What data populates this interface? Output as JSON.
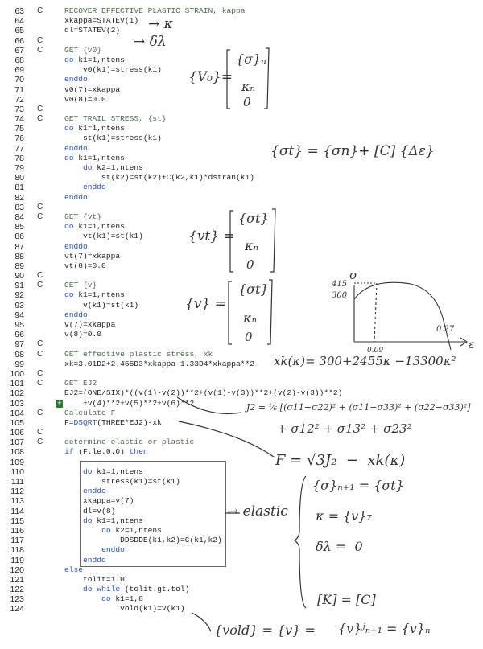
{
  "lines": [
    {
      "num": "63",
      "c": "C",
      "seg": [
        [
          "cm",
          "RECOVER EFFECTIVE PLASTIC STRAIN, kappa"
        ]
      ]
    },
    {
      "num": "64",
      "c": "",
      "seg": [
        [
          "tx",
          "xkappa=STATEV(1)"
        ]
      ]
    },
    {
      "num": "65",
      "c": "",
      "seg": [
        [
          "tx",
          "dl=STATEV(2)"
        ]
      ]
    },
    {
      "num": "66",
      "c": "C",
      "seg": []
    },
    {
      "num": "67",
      "c": "C",
      "seg": [
        [
          "cm",
          "GET {v0}"
        ]
      ]
    },
    {
      "num": "68",
      "c": "",
      "seg": [
        [
          "kw",
          "do"
        ],
        [
          "tx",
          " k1=1,ntens"
        ]
      ]
    },
    {
      "num": "69",
      "c": "",
      "seg": [
        [
          "tx",
          "    v0(k1)=stress(k1)"
        ]
      ]
    },
    {
      "num": "70",
      "c": "",
      "seg": [
        [
          "kw",
          "enddo"
        ]
      ]
    },
    {
      "num": "71",
      "c": "",
      "seg": [
        [
          "tx",
          "v0(7)=xkappa"
        ]
      ]
    },
    {
      "num": "72",
      "c": "",
      "seg": [
        [
          "tx",
          "v0(8)=0.0"
        ]
      ]
    },
    {
      "num": "73",
      "c": "C",
      "seg": []
    },
    {
      "num": "74",
      "c": "C",
      "seg": [
        [
          "cm",
          "GET TRAIL STRESS, {st}"
        ]
      ]
    },
    {
      "num": "75",
      "c": "",
      "seg": [
        [
          "kw",
          "do"
        ],
        [
          "tx",
          " k1=1,ntens"
        ]
      ]
    },
    {
      "num": "76",
      "c": "",
      "seg": [
        [
          "tx",
          "    st(k1)=stress(k1)"
        ]
      ]
    },
    {
      "num": "77",
      "c": "",
      "seg": [
        [
          "kw",
          "enddo"
        ]
      ]
    },
    {
      "num": "78",
      "c": "",
      "seg": [
        [
          "kw",
          "do"
        ],
        [
          "tx",
          " k1=1,ntens"
        ]
      ]
    },
    {
      "num": "79",
      "c": "",
      "seg": [
        [
          "tx",
          "    "
        ],
        [
          "kw",
          "do"
        ],
        [
          "tx",
          " k2=1,ntens"
        ]
      ]
    },
    {
      "num": "80",
      "c": "",
      "seg": [
        [
          "tx",
          "        st(k2)=st(k2)+C(k2,k1)*dstran(k1)"
        ]
      ]
    },
    {
      "num": "81",
      "c": "",
      "seg": [
        [
          "tx",
          "    "
        ],
        [
          "kw",
          "enddo"
        ]
      ]
    },
    {
      "num": "82",
      "c": "",
      "seg": [
        [
          "kw",
          "enddo"
        ]
      ]
    },
    {
      "num": "83",
      "c": "C",
      "seg": []
    },
    {
      "num": "84",
      "c": "C",
      "seg": [
        [
          "cm",
          "GET {vt}"
        ]
      ]
    },
    {
      "num": "85",
      "c": "",
      "seg": [
        [
          "kw",
          "do"
        ],
        [
          "tx",
          " k1=1,ntens"
        ]
      ]
    },
    {
      "num": "86",
      "c": "",
      "seg": [
        [
          "tx",
          "    vt(k1)=st(k1)"
        ]
      ]
    },
    {
      "num": "87",
      "c": "",
      "seg": [
        [
          "kw",
          "enddo"
        ]
      ]
    },
    {
      "num": "88",
      "c": "",
      "seg": [
        [
          "tx",
          "vt(7)=xkappa"
        ]
      ]
    },
    {
      "num": "89",
      "c": "",
      "seg": [
        [
          "tx",
          "vt(8)=0.0"
        ]
      ]
    },
    {
      "num": "90",
      "c": "C",
      "seg": []
    },
    {
      "num": "91",
      "c": "C",
      "seg": [
        [
          "cm",
          "GET {v}"
        ]
      ]
    },
    {
      "num": "92",
      "c": "",
      "seg": [
        [
          "kw",
          "do"
        ],
        [
          "tx",
          " k1=1,ntens"
        ]
      ]
    },
    {
      "num": "93",
      "c": "",
      "seg": [
        [
          "tx",
          "    v(k1)=st(k1)"
        ]
      ]
    },
    {
      "num": "94",
      "c": "",
      "seg": [
        [
          "kw",
          "enddo"
        ]
      ]
    },
    {
      "num": "95",
      "c": "",
      "seg": [
        [
          "tx",
          "v(7)=xkappa"
        ]
      ]
    },
    {
      "num": "96",
      "c": "",
      "seg": [
        [
          "tx",
          "v(8)=0.0"
        ]
      ]
    },
    {
      "num": "97",
      "c": "C",
      "seg": []
    },
    {
      "num": "98",
      "c": "C",
      "seg": [
        [
          "cm",
          "GET effective plastic stress, xk"
        ]
      ]
    },
    {
      "num": "99",
      "c": "",
      "seg": [
        [
          "tx",
          "xk=3.01D2+2.455D3*xkappa-1.33D4*xkappa**2"
        ]
      ]
    },
    {
      "num": "100",
      "c": "C",
      "seg": []
    },
    {
      "num": "101",
      "c": "C",
      "seg": [
        [
          "cm",
          "GET EJ2"
        ]
      ]
    },
    {
      "num": "102",
      "c": "",
      "seg": [
        [
          "tx",
          "EJ2=(ONE/SIX)*((v(1)-v(2))**2+(v(1)-v(3))**2+(v(2)-v(3))**2)"
        ]
      ]
    },
    {
      "num": "103",
      "c": "",
      "mark": "+",
      "seg": [
        [
          "tx",
          "    +v(4)**2+v(5)**2+v(6)**2"
        ]
      ]
    },
    {
      "num": "104",
      "c": "C",
      "seg": [
        [
          "cm",
          "Calculate F"
        ]
      ]
    },
    {
      "num": "105",
      "c": "",
      "seg": [
        [
          "tx",
          "F="
        ],
        [
          "kw",
          "DSQRT"
        ],
        [
          "tx",
          "(THREE*EJ2)-xk"
        ]
      ]
    },
    {
      "num": "106",
      "c": "C",
      "seg": []
    },
    {
      "num": "107",
      "c": "C",
      "seg": [
        [
          "cm",
          "determine elastic or plastic"
        ]
      ]
    },
    {
      "num": "108",
      "c": "",
      "seg": [
        [
          "kw",
          "if"
        ],
        [
          "tx",
          " (F.le.0.0) "
        ],
        [
          "kw",
          "then"
        ]
      ]
    },
    {
      "num": "109",
      "c": "",
      "seg": []
    },
    {
      "num": "110",
      "c": "",
      "seg": [
        [
          "tx",
          "    "
        ],
        [
          "kw",
          "do"
        ],
        [
          "tx",
          " k1=1,ntens"
        ]
      ]
    },
    {
      "num": "111",
      "c": "",
      "seg": [
        [
          "tx",
          "        stress(k1)=st(k1)"
        ]
      ]
    },
    {
      "num": "112",
      "c": "",
      "seg": [
        [
          "tx",
          "    "
        ],
        [
          "kw",
          "enddo"
        ]
      ]
    },
    {
      "num": "113",
      "c": "",
      "seg": [
        [
          "tx",
          "    xkappa=v(7)"
        ]
      ]
    },
    {
      "num": "114",
      "c": "",
      "seg": [
        [
          "tx",
          "    dl=v(8)"
        ]
      ]
    },
    {
      "num": "115",
      "c": "",
      "seg": [
        [
          "tx",
          "    "
        ],
        [
          "kw",
          "do"
        ],
        [
          "tx",
          " k1=1,ntens"
        ]
      ]
    },
    {
      "num": "116",
      "c": "",
      "seg": [
        [
          "tx",
          "        "
        ],
        [
          "kw",
          "do"
        ],
        [
          "tx",
          " k2=1,ntens"
        ]
      ]
    },
    {
      "num": "117",
      "c": "",
      "seg": [
        [
          "tx",
          "            DDSDDE(k1,k2)=C(k1,k2)"
        ]
      ]
    },
    {
      "num": "118",
      "c": "",
      "seg": [
        [
          "tx",
          "        "
        ],
        [
          "kw",
          "enddo"
        ]
      ]
    },
    {
      "num": "119",
      "c": "",
      "seg": [
        [
          "tx",
          "    "
        ],
        [
          "kw",
          "enddo"
        ]
      ]
    },
    {
      "num": "120",
      "c": "",
      "seg": [
        [
          "kw",
          "else"
        ]
      ]
    },
    {
      "num": "121",
      "c": "",
      "seg": [
        [
          "tx",
          "    tolit=1.0"
        ]
      ]
    },
    {
      "num": "122",
      "c": "",
      "seg": [
        [
          "tx",
          "    "
        ],
        [
          "kw",
          "do while"
        ],
        [
          "tx",
          " (tolit.gt.tol)"
        ]
      ]
    },
    {
      "num": "123",
      "c": "",
      "seg": [
        [
          "tx",
          "        "
        ],
        [
          "kw",
          "do"
        ],
        [
          "tx",
          " k1=1,8"
        ]
      ]
    },
    {
      "num": "124",
      "c": "",
      "seg": [
        [
          "tx",
          "            vold(k1)=v(k1)"
        ]
      ]
    }
  ],
  "annotations": {
    "kappa_arrow": "→ κ",
    "dlambda_arrow": "→ δλ",
    "v0_lhs": "{V₀}=",
    "v0_rows": [
      "{σ}ₙ",
      "κₙ",
      "0"
    ],
    "sigma_t": "{σt} = {σn}+ [C] {Δε}",
    "vt_lhs": "{vt} =",
    "vt_rows": [
      "{σt}",
      "κₙ",
      "0"
    ],
    "v_lhs": "{v} =",
    "v_rows": [
      "{σt}",
      "κₙ",
      "0"
    ],
    "graph": {
      "y_axis": "σ",
      "x_axis": "ε",
      "y_ticks": [
        "415",
        "300"
      ],
      "x_ticks": [
        "0.09",
        "0.27"
      ]
    },
    "xk_formula": "xk(κ)= 300+2455κ −13300κ²",
    "j2_line1": "J2 = ⅙ [(σ11−σ22)² + (σ11−σ33)² + (σ22−σ33)²]",
    "j2_line2": "+ σ12² + σ13² + σ23²",
    "f_formula": "F = √3J₂  −  xk(κ)",
    "elastic_label": "→ elastic",
    "elastic_rows": [
      "{σ}ₙ₊₁ = {σt}",
      "κ = {v}₇",
      "δλ =  0",
      "[K] = [C]"
    ],
    "vold": "{vold} = {v} =",
    "v_iter": "{v}ʲₙ₊₁ = {v}ₙ"
  },
  "colors": {
    "keyword": "#2a4fc4",
    "comment": "#4e6e4e",
    "text": "#222222",
    "marker": "#2f7d32"
  }
}
